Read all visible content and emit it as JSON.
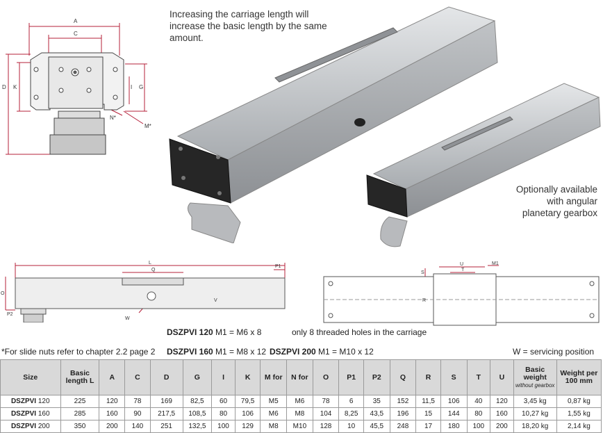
{
  "notes": {
    "carriage_note": "Increasing the carriage length will increase the basic length by the same amount.",
    "gearbox_note": "Optionally available with angular planetary gearbox"
  },
  "drawing_labels": {
    "front": [
      "A",
      "C",
      "D",
      "K",
      "I",
      "G",
      "N*",
      "M*"
    ],
    "side": [
      "L",
      "P1",
      "Q",
      "O",
      "P2",
      "W",
      "V"
    ],
    "top": [
      "U",
      "T",
      "M1",
      "S",
      "R"
    ]
  },
  "captions": {
    "dspvi120_name": "DSZPVI 120",
    "dspvi120_m1": "M1 = M6 x 8",
    "holes_note": "only 8 threaded holes in the carriage",
    "slide_nuts": "*For slide nuts refer to chapter 2.2 page 2",
    "dspvi160_name": "DSZPVI 160",
    "dspvi160_m1": "M1 = M8 x 12",
    "dspvi200_name": "DSZPVI 200",
    "dspvi200_m1": "M1 = M10 x 12",
    "servicing": "W = servicing position"
  },
  "table": {
    "headers": {
      "size": "Size",
      "basic_length": "Basic length L",
      "a": "A",
      "c": "C",
      "d": "D",
      "g": "G",
      "i": "I",
      "k": "K",
      "m": "M for",
      "n": "N for",
      "o": "O",
      "p1": "P1",
      "p2": "P2",
      "q": "Q",
      "r": "R",
      "s": "S",
      "t": "T",
      "u": "U",
      "weight": "Basic weight",
      "weight_sub": "without gearbox",
      "weight_per": "Weight per 100 mm"
    },
    "rows": [
      {
        "size": "DSZPVI",
        "size_num": "120",
        "cells": [
          "225",
          "120",
          "78",
          "169",
          "82,5",
          "60",
          "79,5",
          "M5",
          "M6",
          "78",
          "6",
          "35",
          "152",
          "11,5",
          "106",
          "40",
          "120",
          "3,45 kg",
          "0,87 kg"
        ]
      },
      {
        "size": "DSZPVI",
        "size_num": "160",
        "cells": [
          "285",
          "160",
          "90",
          "217,5",
          "108,5",
          "80",
          "106",
          "M6",
          "M8",
          "104",
          "8,25",
          "43,5",
          "196",
          "15",
          "144",
          "80",
          "160",
          "10,27 kg",
          "1,55 kg"
        ]
      },
      {
        "size": "DSZPVI",
        "size_num": "200",
        "cells": [
          "350",
          "200",
          "140",
          "251",
          "132,5",
          "100",
          "129",
          "M8",
          "M10",
          "128",
          "10",
          "45,5",
          "248",
          "17",
          "180",
          "100",
          "200",
          "18,20 kg",
          "2,14 kg"
        ]
      }
    ]
  },
  "colors": {
    "dimension_red": "#b5203a",
    "profile_silver": "#c8cacc",
    "endcap_dark": "#2a2a2a",
    "table_header": "#d9d9d9"
  }
}
